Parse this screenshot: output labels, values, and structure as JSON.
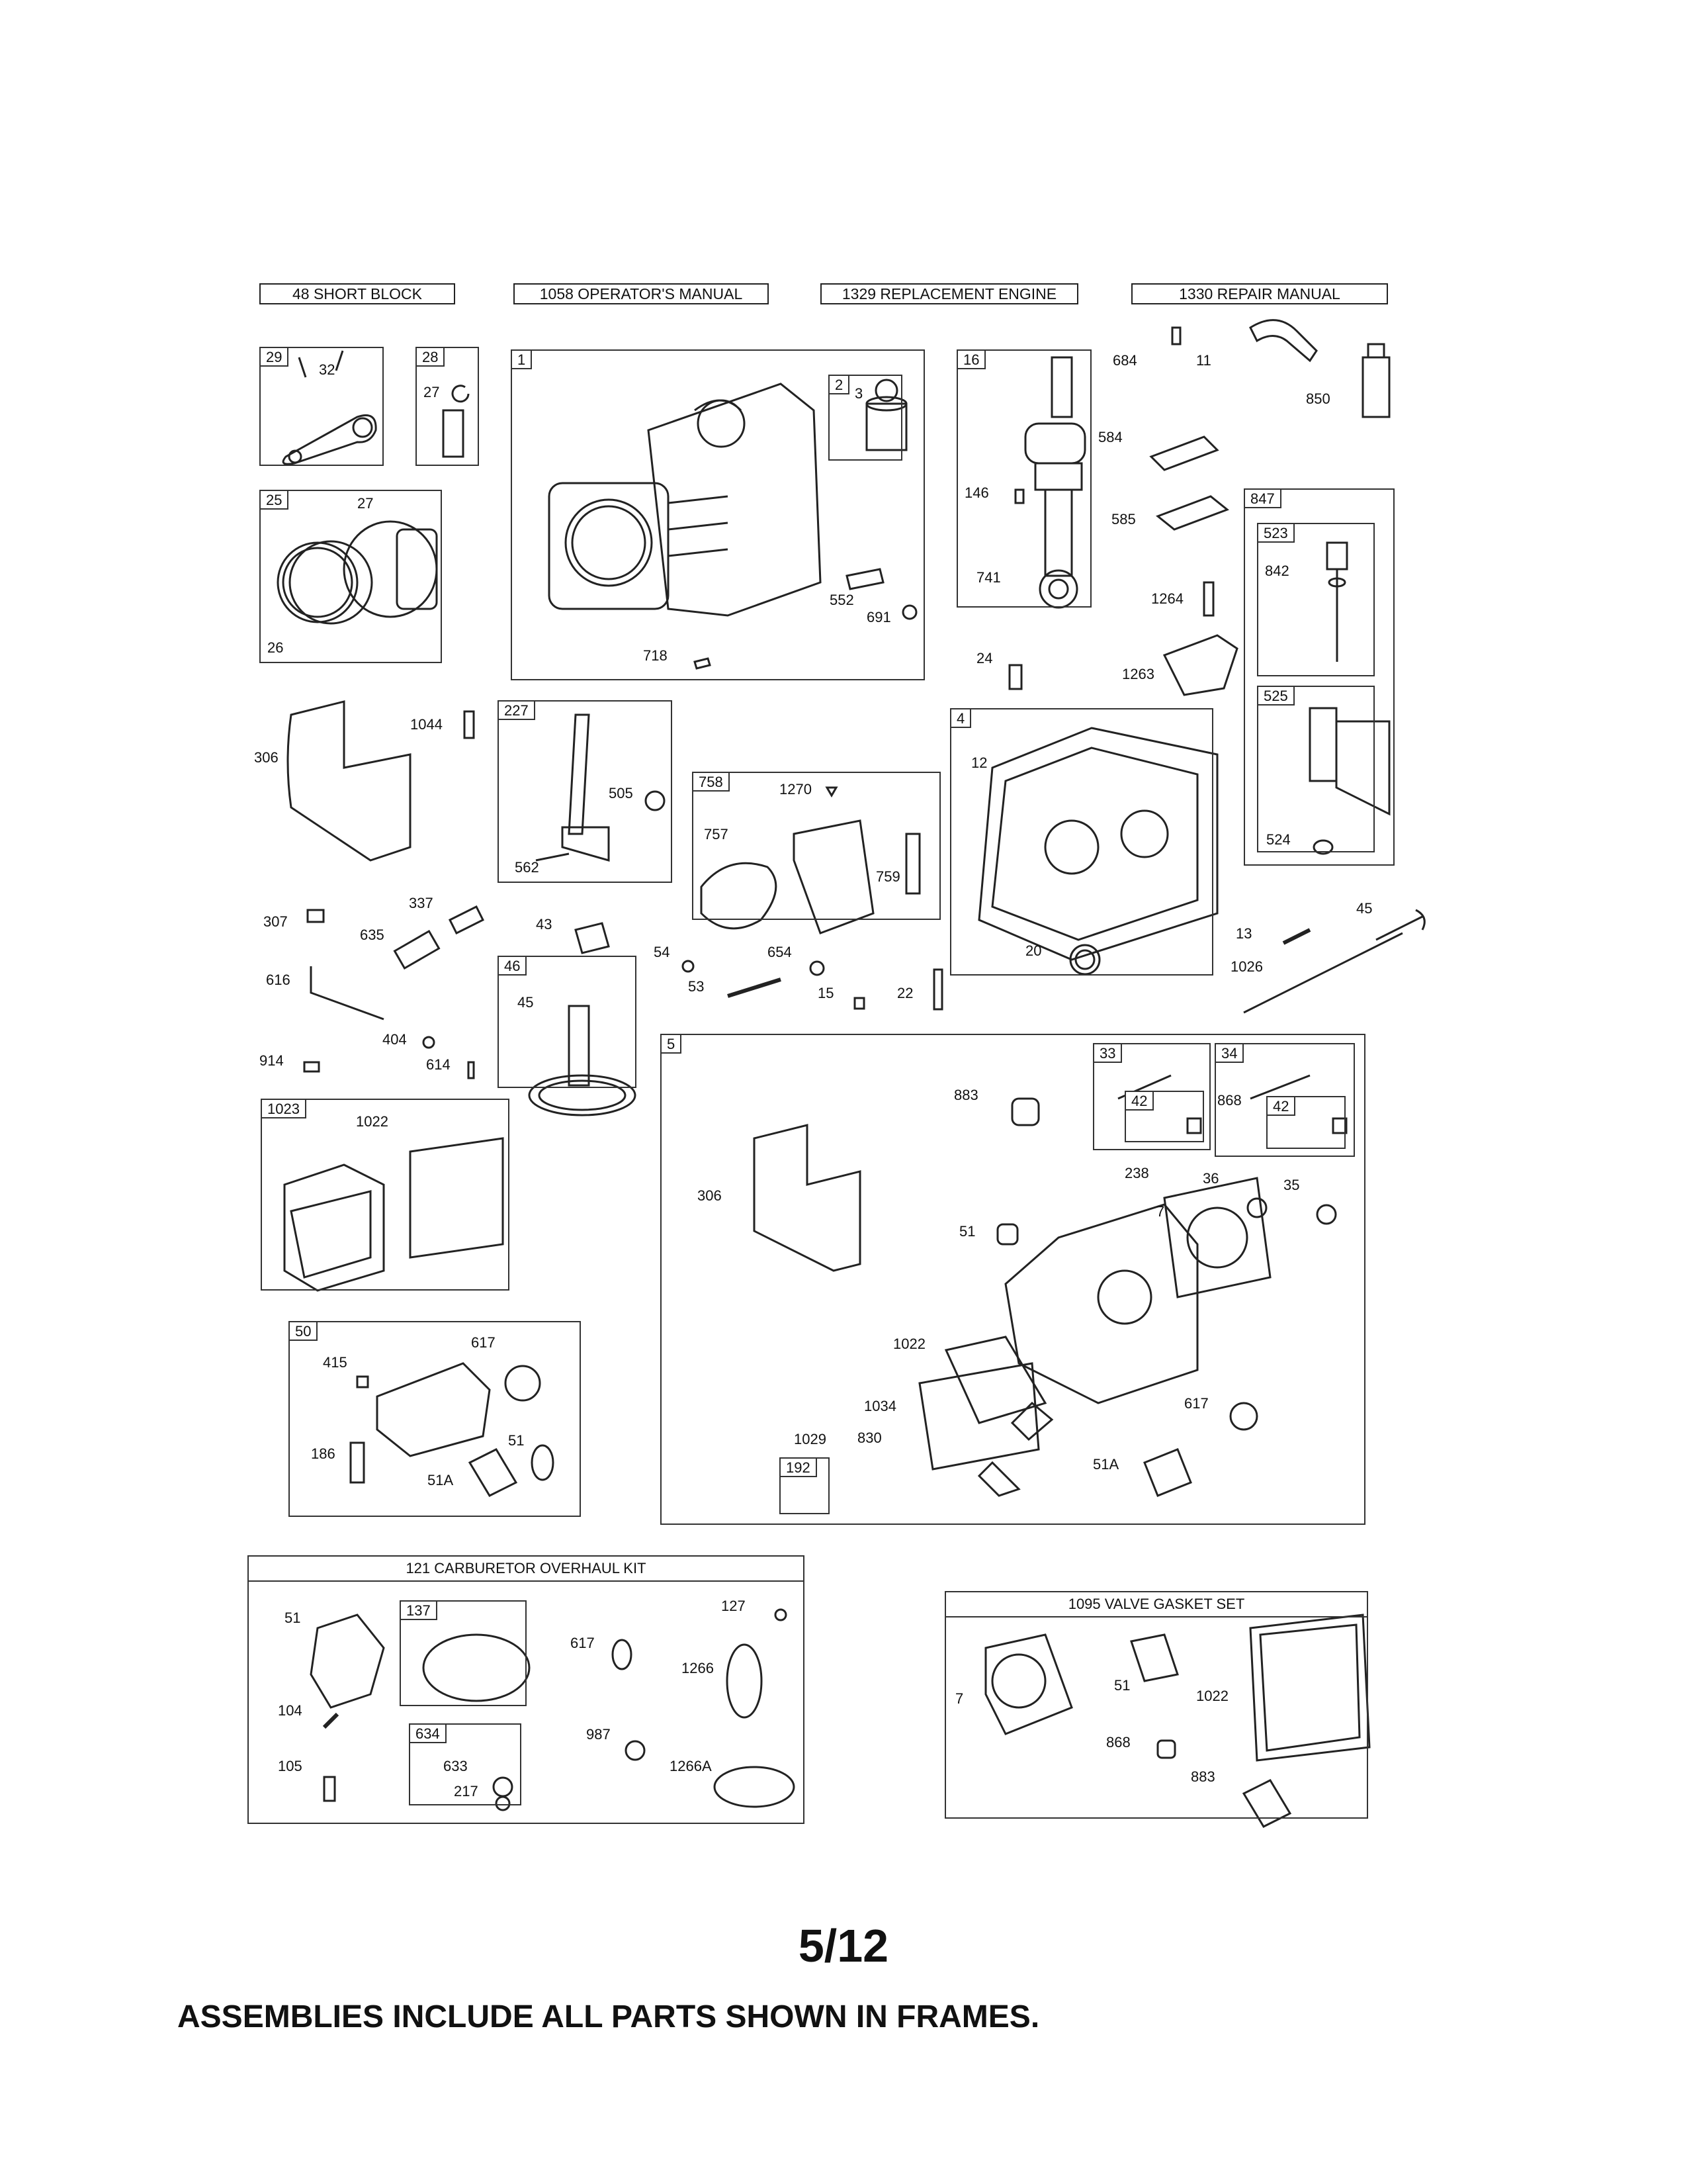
{
  "header_boxes": [
    {
      "id": "short_block",
      "text": "48 SHORT BLOCK"
    },
    {
      "id": "operators_manual",
      "text": "1058 OPERATOR'S MANUAL"
    },
    {
      "id": "replacement_engine",
      "text": "1329 REPLACEMENT ENGINE"
    },
    {
      "id": "repair_manual",
      "text": "1330 REPAIR MANUAL"
    }
  ],
  "frame_tags": {
    "f29": "29",
    "f28": "28",
    "f1": "1",
    "f2": "2",
    "f16": "16",
    "f847": "847",
    "f523": "523",
    "f525": "525",
    "f25": "25",
    "f227": "227",
    "f758": "758",
    "f4": "4",
    "f46": "46",
    "f5": "5",
    "f33": "33",
    "f33_42": "42",
    "f34": "34",
    "f34_42": "42",
    "f1023": "1023",
    "f50": "50",
    "f192": "192",
    "f137": "137",
    "f634": "634"
  },
  "kits": {
    "carburetor": "121 CARBURETOR OVERHAUL KIT",
    "valve_gasket": "1095 VALVE GASKET SET"
  },
  "part_labels": {
    "p32": "32",
    "p27a": "27",
    "p27b": "27",
    "p3": "3",
    "p552": "552",
    "p691": "691",
    "p718": "718",
    "p146": "146",
    "p741": "741",
    "p684": "684",
    "p11": "11",
    "p850": "850",
    "p584": "584",
    "p585": "585",
    "p842": "842",
    "p1264": "1264",
    "p24": "24",
    "p1263": "1263",
    "p26": "26",
    "p1044": "1044",
    "p306a": "306",
    "p505": "505",
    "p562": "562",
    "p1270": "1270",
    "p757": "757",
    "p759": "759",
    "p12": "12",
    "p524": "524",
    "p307": "307",
    "p337": "337",
    "p635": "635",
    "p43": "43",
    "p616": "616",
    "p54": "54",
    "p654": "654",
    "p53": "53",
    "p15": "15",
    "p22": "22",
    "p20": "20",
    "p13": "13",
    "p45a": "45",
    "p1026": "1026",
    "p45b": "45",
    "p404": "404",
    "p914": "914",
    "p614": "614",
    "p883a": "883",
    "p868a": "868",
    "p238": "238",
    "p36": "36",
    "p35": "35",
    "p7a": "7",
    "p1022a": "1022",
    "p306b": "306",
    "p51a": "51",
    "p415": "415",
    "p617a": "617",
    "p186": "186",
    "p51b": "51",
    "p51Aa": "51A",
    "p1022b": "1022",
    "p1034": "1034",
    "p1029": "1029",
    "p830": "830",
    "p617b": "617",
    "p51Ab": "51A",
    "p51c": "51",
    "p104": "104",
    "p105": "105",
    "p633": "633",
    "p217": "217",
    "p617c": "617",
    "p987": "987",
    "p127": "127",
    "p1266": "1266",
    "p1266A": "1266A",
    "p7b": "7",
    "p51d": "51",
    "p868b": "868",
    "p1022c": "1022",
    "p883b": "883"
  },
  "footer": {
    "page": "5/12",
    "note": "ASSEMBLIES INCLUDE ALL PARTS SHOWN IN FRAMES."
  }
}
